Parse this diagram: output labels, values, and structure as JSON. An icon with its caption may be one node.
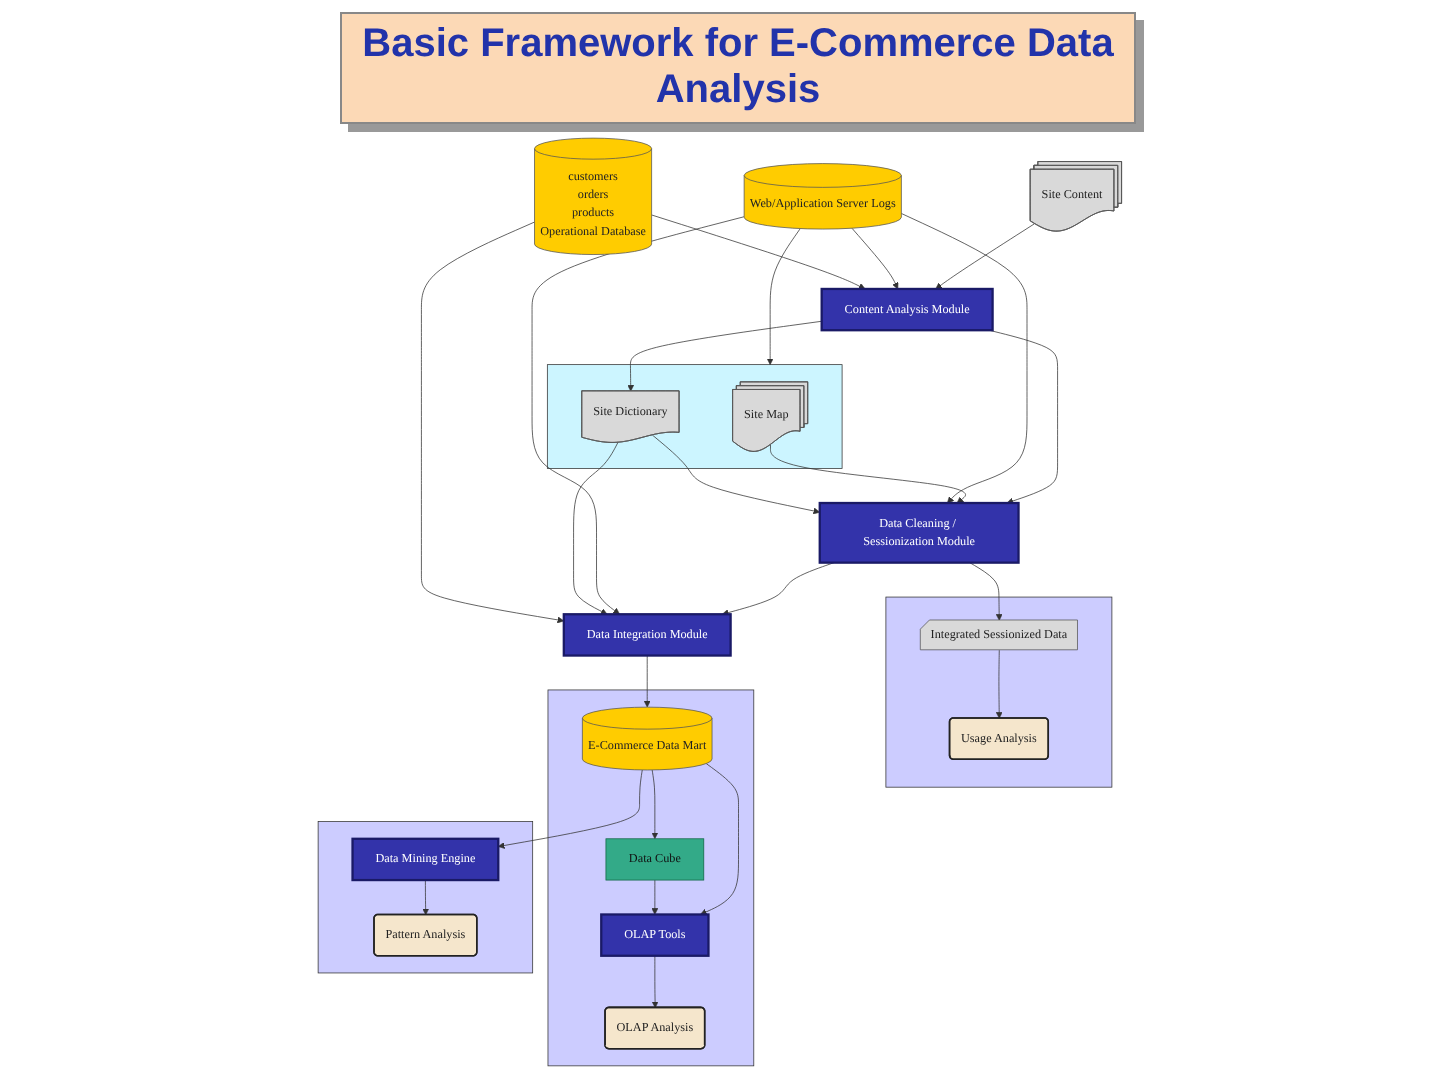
{
  "diagram": {
    "title": "Basic Framework for E-Commerce Data Analysis",
    "nodes": [
      {
        "text": [
          "Site Content"
        ]
      },
      {
        "text": [
          "Content Analysis Module"
        ]
      },
      {
        "text": [
          "Data Cleaning / Sessionization Module"
        ]
      },
      {
        "text": [
          "Web/Application Server Logs"
        ]
      },
      {
        "text": [
          "Data Integration Module"
        ]
      },
      {
        "text": [],
        "shape": "box"
      },
      {
        "text": [
          "Site Map"
        ],
        "in": 5
      },
      {
        "text": [
          "Site Dictionary"
        ],
        "in": 5
      },
      {
        "text": [
          "customers",
          "orders",
          "products",
          "Operational Database"
        ]
      },
      {
        "text": [],
        "shape": "box"
      },
      {
        "text": [
          "Integrated Sessionized Data"
        ],
        "in": 9
      },
      {
        "text": [
          "Usage Analysis"
        ],
        "in": 9
      },
      {
        "text": [],
        "shape": "box"
      },
      {
        "text": [
          "E-Commerce Data Mart"
        ],
        "in": 12
      },
      {
        "text": [
          "OLAP Tools"
        ],
        "in": 12
      },
      {
        "text": [
          "Data Cube"
        ],
        "in": 12
      },
      {
        "text": [
          "OLAP Analysis"
        ],
        "in": 12
      },
      {
        "text": [],
        "shape": "box"
      },
      {
        "text": [
          "Data Mining Engine"
        ],
        "in": 17
      },
      {
        "text": [
          "Pattern Analysis"
        ],
        "in": 17
      }
    ],
    "edges": [
      {
        "from": 0,
        "to": 1,
        "arrow": "to"
      },
      {
        "from": 3,
        "to": 1,
        "arrow": "to"
      },
      {
        "from": 8,
        "to": 1,
        "arrow": "to"
      },
      {
        "from": 1,
        "to": 2,
        "arrow": "to"
      },
      {
        "from": 6,
        "to": 2,
        "arrow": "to"
      },
      {
        "from": 3,
        "to": 2,
        "arrow": "to"
      },
      {
        "from": 7,
        "to": 2,
        "arrow": "to"
      },
      {
        "from": 1,
        "to": 7,
        "arrow": "to"
      },
      {
        "from": 3,
        "to": 5,
        "arrow": "to"
      },
      {
        "from": 2,
        "to": 4,
        "arrow": "to"
      },
      {
        "from": 3,
        "to": 4,
        "arrow": "to"
      },
      {
        "from": 7,
        "to": 4,
        "arrow": "to"
      },
      {
        "from": 8,
        "to": 4,
        "arrow": "to"
      },
      {
        "from": 2,
        "to": 10,
        "arrow": "to"
      },
      {
        "from": 10,
        "to": 11,
        "arrow": "to"
      },
      {
        "from": 4,
        "to": 13,
        "arrow": "to"
      },
      {
        "from": 13,
        "to": 14,
        "arrow": "to"
      },
      {
        "from": 13,
        "to": 15,
        "arrow": "to"
      },
      {
        "from": 15,
        "to": 14,
        "arrow": "to"
      },
      {
        "from": 14,
        "to": 16,
        "arrow": "to"
      },
      {
        "from": 13,
        "to": 18,
        "arrow": "to"
      },
      {
        "from": 18,
        "to": 19,
        "arrow": "to"
      }
    ]
  }
}
